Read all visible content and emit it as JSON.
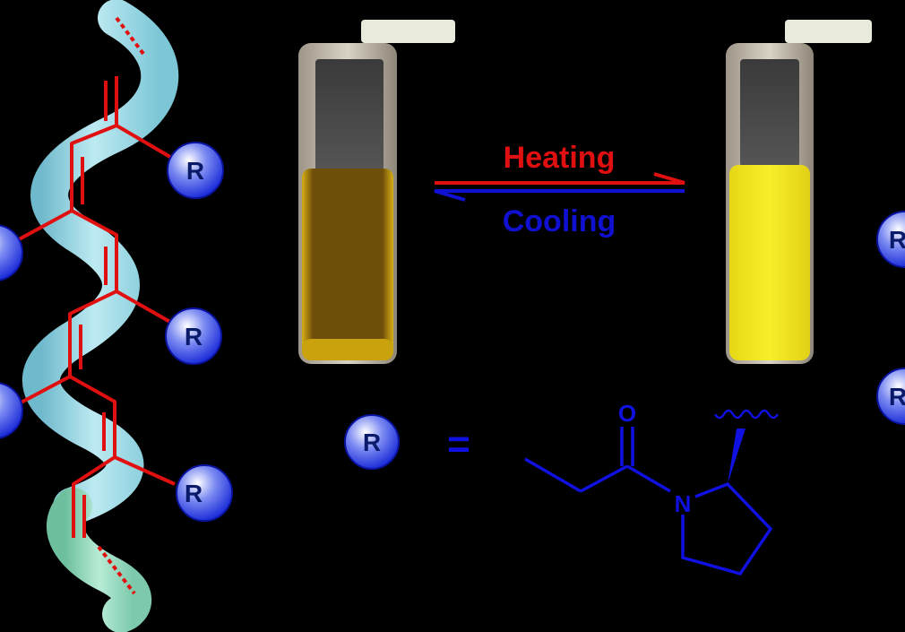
{
  "figure": {
    "process": {
      "forward_label": "Heating",
      "reverse_label": "Cooling"
    },
    "substituent": {
      "symbol": "R",
      "equals": "=",
      "atoms": {
        "oxygen": "O",
        "nitrogen": "N"
      }
    },
    "colors": {
      "background": "#000000",
      "helix_tube": "#8fd3e0",
      "helix_tube_lower": "#8ed6b8",
      "backbone": "#e01010",
      "heating": "#e01010",
      "cooling": "#1010d0",
      "structure": "#1010e0",
      "sphere_light": "#ffffff",
      "sphere_dark": "#1a2bd8",
      "solution_cool": "#7a5a0a",
      "solution_hot": "#f3e81c"
    }
  }
}
